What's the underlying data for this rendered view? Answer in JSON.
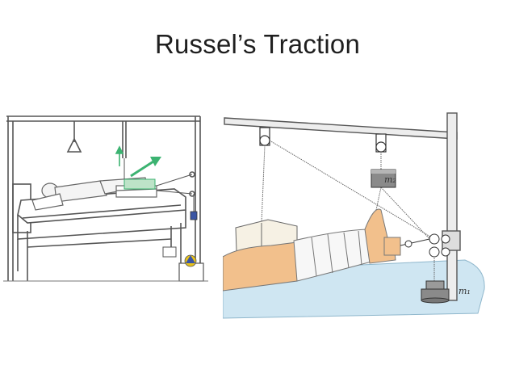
{
  "slide": {
    "title": "Russel’s Traction"
  },
  "right_figure": {
    "mass_label_upper": "m₂",
    "mass_label_lower": "m₁"
  },
  "colors": {
    "frame": "#555555",
    "rope_arrow": "#3cb371",
    "bed_blue": "#cfe6f2",
    "skin": "#f2c08c",
    "weight_yellow": "#e8c21a",
    "weight_blue": "#3a55a4"
  },
  "icons": {
    "left": "traction-bed-illustration",
    "right": "traction-apparatus-illustration"
  }
}
